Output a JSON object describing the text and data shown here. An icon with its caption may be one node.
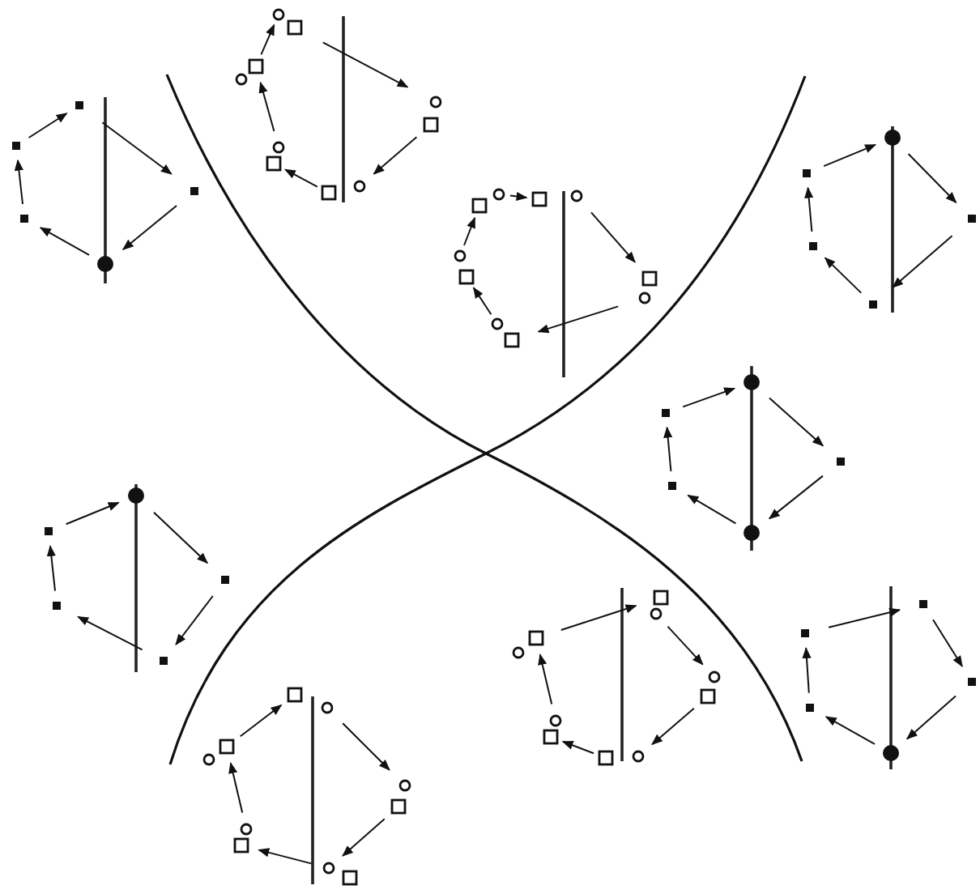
{
  "diagram": {
    "nodes": [
      {
        "text": [],
        "shape": "box"
      },
      {
        "text": [],
        "shape": "box"
      },
      {
        "text": [],
        "shape": "circle"
      },
      {
        "text": [],
        "shape": "box"
      },
      {
        "text": [],
        "shape": "box"
      },
      {
        "text": [],
        "shape": "box"
      },
      {
        "text": [],
        "shape": "circle"
      },
      {
        "text": [],
        "shape": "box"
      },
      {
        "text": [],
        "shape": "circle"
      },
      {
        "text": [],
        "shape": "box"
      },
      {
        "text": [],
        "shape": "circle"
      },
      {
        "text": [],
        "shape": "box"
      },
      {
        "text": [],
        "shape": "circle"
      },
      {
        "text": [],
        "shape": "box"
      },
      {
        "text": [],
        "shape": "circle"
      },
      {
        "text": [],
        "shape": "box"
      },
      {
        "text": [],
        "shape": "circle"
      },
      {
        "text": [],
        "shape": "box"
      },
      {
        "text": [],
        "shape": "circle"
      },
      {
        "text": [],
        "shape": "box"
      },
      {
        "text": [],
        "shape": "circle"
      },
      {
        "text": [],
        "shape": "box"
      },
      {
        "text": [],
        "shape": "circle"
      },
      {
        "text": [],
        "shape": "box"
      },
      {
        "text": [],
        "shape": "circle"
      },
      {
        "text": [],
        "shape": "circle"
      },
      {
        "text": [],
        "shape": "box"
      },
      {
        "text": [],
        "shape": "box"
      },
      {
        "text": [],
        "shape": "box"
      },
      {
        "text": [],
        "shape": "box"
      },
      {
        "text": [],
        "shape": "circle"
      },
      {
        "text": [],
        "shape": "box"
      },
      {
        "text": [],
        "shape": "circle"
      },
      {
        "text": [],
        "shape": "box"
      },
      {
        "text": [],
        "shape": "box"
      },
      {
        "text": [],
        "shape": "circle"
      },
      {
        "text": [],
        "shape": "box"
      },
      {
        "text": [],
        "shape": "box"
      },
      {
        "text": [],
        "shape": "box"
      },
      {
        "text": [],
        "shape": "box"
      },
      {
        "text": [],
        "shape": "box"
      },
      {
        "text": [],
        "shape": "circle"
      },
      {
        "text": [],
        "shape": "box"
      },
      {
        "text": [],
        "shape": "circle"
      },
      {
        "text": [],
        "shape": "box"
      },
      {
        "text": [],
        "shape": "circle"
      },
      {
        "text": [],
        "shape": "box"
      },
      {
        "text": [],
        "shape": "circle"
      },
      {
        "text": [],
        "shape": "box"
      },
      {
        "text": [],
        "shape": "circle"
      },
      {
        "text": [],
        "shape": "box"
      },
      {
        "text": [],
        "shape": "circle"
      },
      {
        "text": [],
        "shape": "box"
      },
      {
        "text": [],
        "shape": "circle"
      },
      {
        "text": [],
        "shape": "box"
      },
      {
        "text": [],
        "shape": "circle"
      },
      {
        "text": [],
        "shape": "box"
      },
      {
        "text": [],
        "shape": "circle"
      },
      {
        "text": [],
        "shape": "box"
      },
      {
        "text": [],
        "shape": "circle"
      },
      {
        "text": [],
        "shape": "box"
      },
      {
        "text": [],
        "shape": "box"
      },
      {
        "text": [],
        "shape": "circle"
      },
      {
        "text": [],
        "shape": "box"
      },
      {
        "text": [],
        "shape": "box"
      }
    ],
    "edges": [
      {
        "from": 0,
        "to": 1,
        "arrow": "to"
      },
      {
        "from": 1,
        "to": 2,
        "arrow": "to"
      },
      {
        "from": 2,
        "to": 3,
        "arrow": "to"
      },
      {
        "from": 3,
        "to": 4,
        "arrow": "to"
      },
      {
        "from": 4,
        "to": 0,
        "arrow": "to"
      },
      {
        "from": 5,
        "to": 8,
        "arrow": "to"
      },
      {
        "from": 7,
        "to": 10,
        "arrow": "to"
      },
      {
        "from": 9,
        "to": 11,
        "arrow": "to"
      },
      {
        "from": 12,
        "to": 13,
        "arrow": "to"
      },
      {
        "from": 13,
        "to": 6,
        "arrow": "to"
      },
      {
        "from": 16,
        "to": 17,
        "arrow": "to"
      },
      {
        "from": 18,
        "to": 19,
        "arrow": "to"
      },
      {
        "from": 20,
        "to": 21,
        "arrow": "to"
      },
      {
        "from": 22,
        "to": 23,
        "arrow": "to"
      },
      {
        "from": 24,
        "to": 15,
        "arrow": "to"
      },
      {
        "from": 25,
        "to": 26,
        "arrow": "to"
      },
      {
        "from": 26,
        "to": 27,
        "arrow": "to"
      },
      {
        "from": 27,
        "to": 28,
        "arrow": "to"
      },
      {
        "from": 28,
        "to": 29,
        "arrow": "to"
      },
      {
        "from": 29,
        "to": 25,
        "arrow": "to"
      },
      {
        "from": 30,
        "to": 31,
        "arrow": "to"
      },
      {
        "from": 31,
        "to": 32,
        "arrow": "to"
      },
      {
        "from": 32,
        "to": 33,
        "arrow": "to"
      },
      {
        "from": 33,
        "to": 34,
        "arrow": "to"
      },
      {
        "from": 34,
        "to": 30,
        "arrow": "to"
      },
      {
        "from": 35,
        "to": 36,
        "arrow": "to"
      },
      {
        "from": 36,
        "to": 37,
        "arrow": "to"
      },
      {
        "from": 37,
        "to": 38,
        "arrow": "to"
      },
      {
        "from": 38,
        "to": 39,
        "arrow": "to"
      },
      {
        "from": 39,
        "to": 35,
        "arrow": "to"
      },
      {
        "from": 41,
        "to": 43,
        "arrow": "to"
      },
      {
        "from": 42,
        "to": 45,
        "arrow": "to"
      },
      {
        "from": 45,
        "to": 46,
        "arrow": "to"
      },
      {
        "from": 47,
        "to": 48,
        "arrow": "to"
      },
      {
        "from": 48,
        "to": 40,
        "arrow": "to"
      },
      {
        "from": 51,
        "to": 53,
        "arrow": "to"
      },
      {
        "from": 52,
        "to": 55,
        "arrow": "to"
      },
      {
        "from": 54,
        "to": 56,
        "arrow": "to"
      },
      {
        "from": 57,
        "to": 58,
        "arrow": "to"
      },
      {
        "from": 58,
        "to": 50,
        "arrow": "to"
      },
      {
        "from": 60,
        "to": 61,
        "arrow": "to"
      },
      {
        "from": 61,
        "to": 62,
        "arrow": "to"
      },
      {
        "from": 62,
        "to": 63,
        "arrow": "to"
      },
      {
        "from": 63,
        "to": 64,
        "arrow": "to"
      },
      {
        "from": 64,
        "to": 60,
        "arrow": "to"
      }
    ]
  }
}
